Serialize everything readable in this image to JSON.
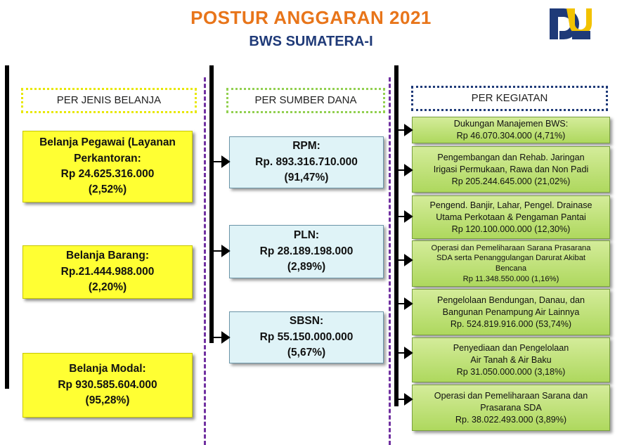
{
  "header": {
    "title": "POSTUR ANGGARAN 2021",
    "subtitle": "BWS SUMATERA-I"
  },
  "logo": {
    "icon": "pupr-logo-icon",
    "colors": [
      "#1f3a78",
      "#f2c200"
    ]
  },
  "columns": {
    "jenis_belanja": {
      "label": "PER JENIS BELANJA",
      "items": [
        {
          "lines": [
            "Belanja Pegawai (Layanan",
            "Perkantoran:",
            "Rp 24.625.316.000",
            "(2,52%)"
          ]
        },
        {
          "lines": [
            "Belanja Barang:",
            "Rp.21.444.988.000",
            "(2,20%)"
          ]
        },
        {
          "lines": [
            "Belanja Modal:",
            "Rp 930.585.604.000",
            "(95,28%)"
          ]
        }
      ]
    },
    "sumber_dana": {
      "label": "PER SUMBER DANA",
      "items": [
        {
          "lines": [
            "RPM:",
            "Rp. 893.316.710.000",
            "(91,47%)"
          ]
        },
        {
          "lines": [
            "PLN:",
            "Rp 28.189.198.000",
            "(2,89%)"
          ]
        },
        {
          "lines": [
            "SBSN:",
            "Rp 55.150.000.000",
            "(5,67%)"
          ]
        }
      ]
    },
    "kegiatan": {
      "label": "PER KEGIATAN",
      "items": [
        {
          "lines": [
            "Dukungan Manajemen BWS:",
            "Rp  46.070.304.000 (4,71%)"
          ]
        },
        {
          "lines": [
            "Pengembangan dan Rehab. Jaringan",
            "Irigasi Permukaan, Rawa dan Non Padi",
            "Rp 205.244.645.000 (21,02%)"
          ]
        },
        {
          "lines": [
            "Pengend. Banjir, Lahar, Pengel. Drainase",
            "Utama Perkotaan & Pengaman Pantai",
            "Rp 120.100.000.000 (12,30%)"
          ]
        },
        {
          "lines": [
            "Operasi dan Pemeliharaan Sarana Prasarana",
            "SDA serta Penanggulangan Darurat Akibat",
            "Bencana",
            "Rp 11.348.550.000 (1,16%)"
          ]
        },
        {
          "lines": [
            "Pengelolaan Bendungan, Danau, dan",
            "Bangunan Penampung Air Lainnya",
            "Rp. 524.819.916.000 (53,74%)"
          ]
        },
        {
          "lines": [
            "Penyediaan dan Pengelolaan",
            "Air Tanah & Air Baku",
            "Rp 31.050.000.000 (3,18%)"
          ]
        },
        {
          "lines": [
            "Operasi dan Pemeliharaan Sarana dan",
            "Prasarana SDA",
            "Rp. 38.022.493.000 (3,89%)"
          ]
        }
      ]
    }
  },
  "colors": {
    "title": "#e8751a",
    "subtitle": "#1f3a78",
    "jenis_belanja_box": "#ffff33",
    "sumber_dana_box": "#dff3f7",
    "kegiatan_box": "#aed85e",
    "divider_dashed": "#7030a0"
  }
}
